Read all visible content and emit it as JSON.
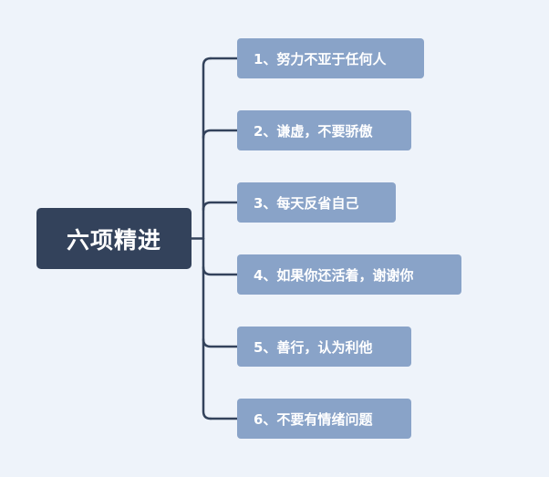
{
  "root": {
    "label": "六项精进"
  },
  "children": [
    {
      "label": "1、努力不亚于任何人"
    },
    {
      "label": "2、谦虚，不要骄傲"
    },
    {
      "label": "3、每天反省自己"
    },
    {
      "label": "4、如果你还活着，谢谢你"
    },
    {
      "label": "5、善行，认为利他"
    },
    {
      "label": "6、不要有情绪问题"
    }
  ],
  "colors": {
    "background": "#eef3fa",
    "root_fill": "#33425b",
    "child_fill": "#89a3c8",
    "connector": "#33425b",
    "text": "#ffffff"
  }
}
